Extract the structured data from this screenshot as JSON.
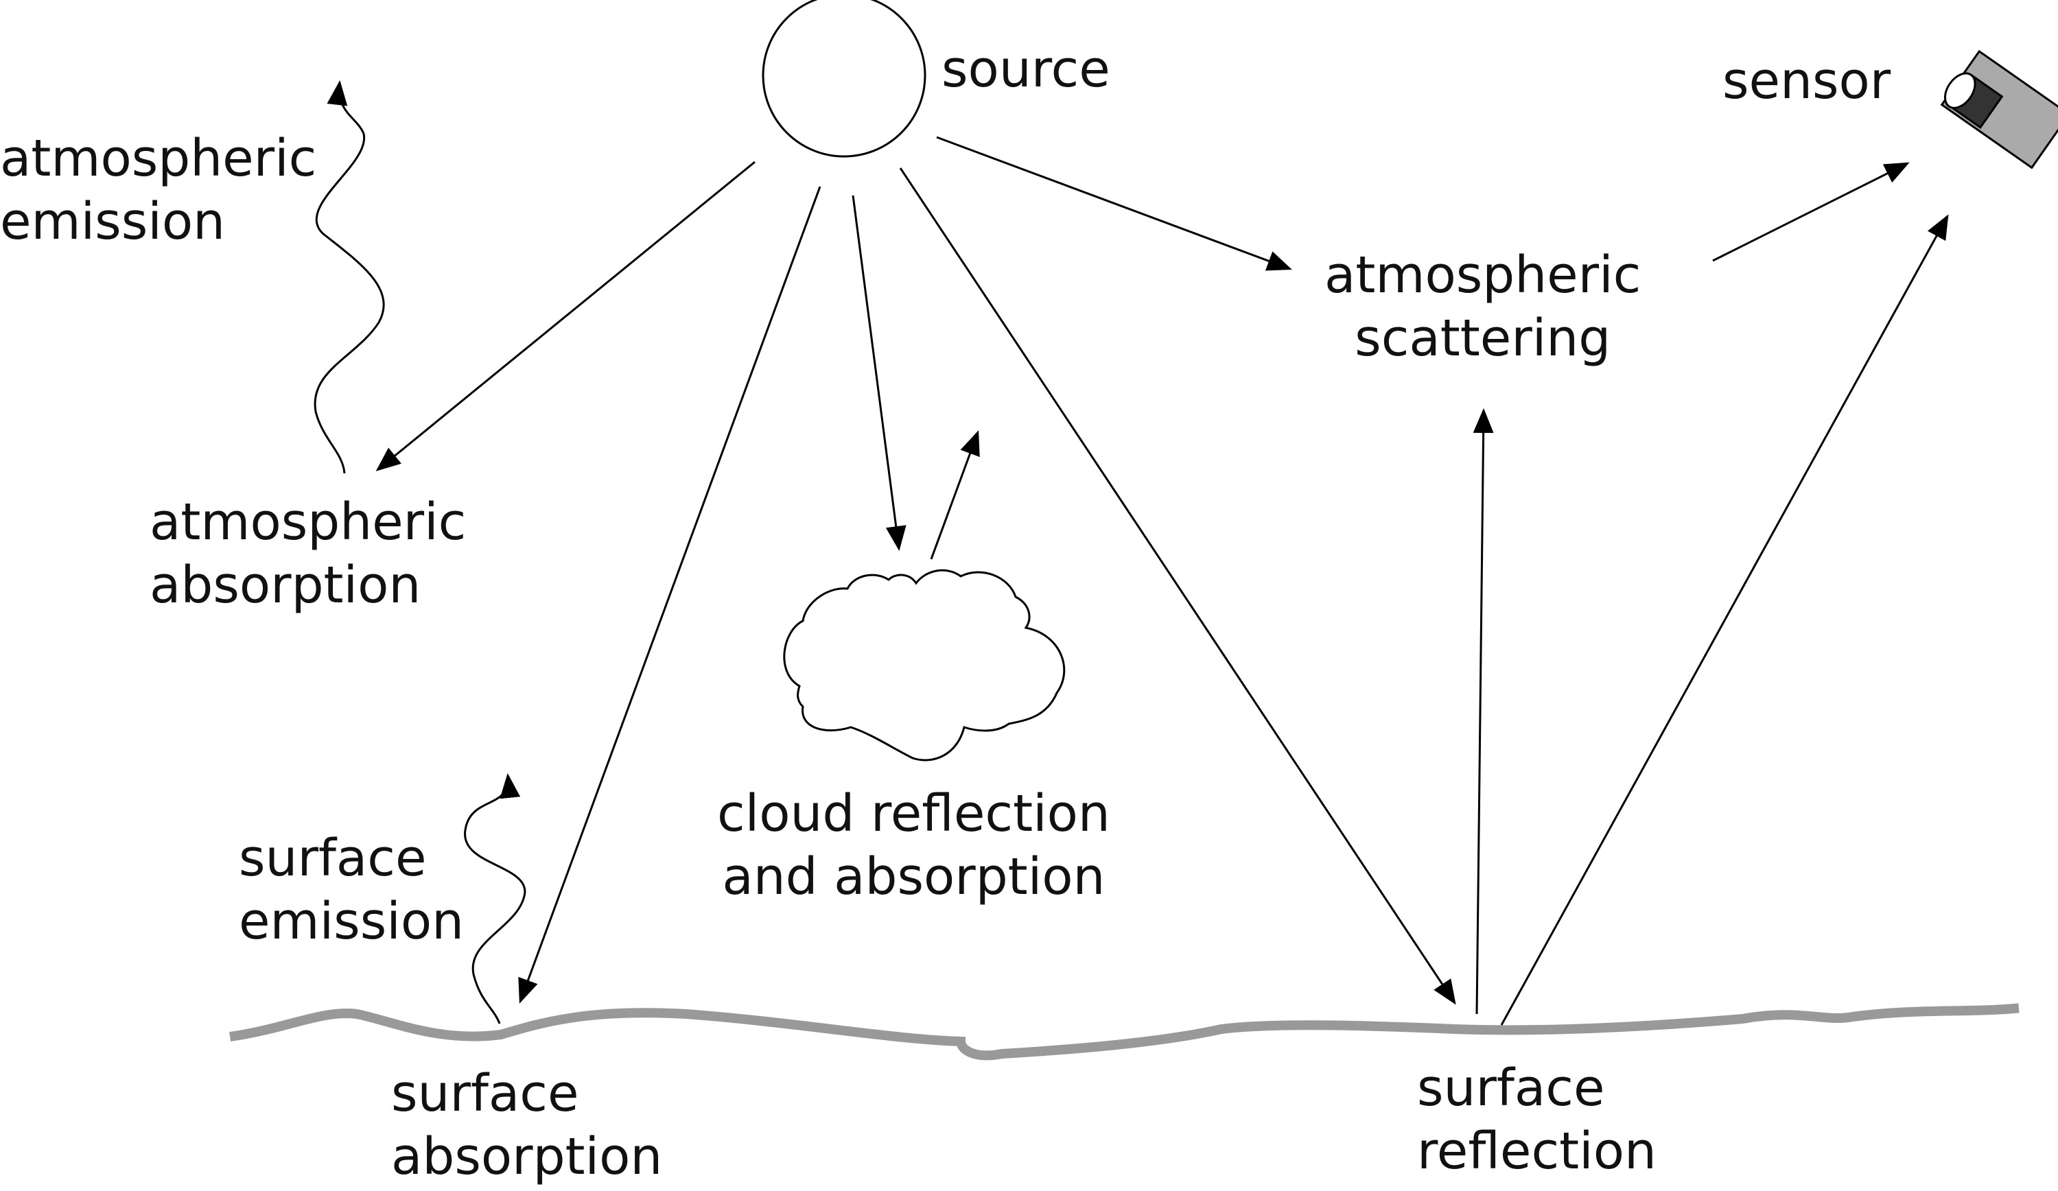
{
  "labels": {
    "source": "source",
    "sensor": "sensor",
    "atmospheric_emission": [
      "atmospheric",
      "emission"
    ],
    "atmospheric_absorption": [
      "atmospheric",
      "absorption"
    ],
    "atmospheric_scattering": [
      "atmospheric",
      "scattering"
    ],
    "cloud": [
      "cloud reflection",
      "and absorption"
    ],
    "surface_emission": [
      "surface",
      "emission"
    ],
    "surface_absorption": [
      "surface",
      "absorption"
    ],
    "surface_reflection": [
      "surface",
      "reflection"
    ]
  },
  "colors": {
    "line": "#000000",
    "ground": "#999999",
    "sensor_body": "#aaaaaa",
    "sensor_lens": "#333333"
  },
  "icons": {
    "sun": "sun-circle-icon",
    "sensor": "camera-sensor-icon",
    "cloud": "cloud-icon"
  }
}
